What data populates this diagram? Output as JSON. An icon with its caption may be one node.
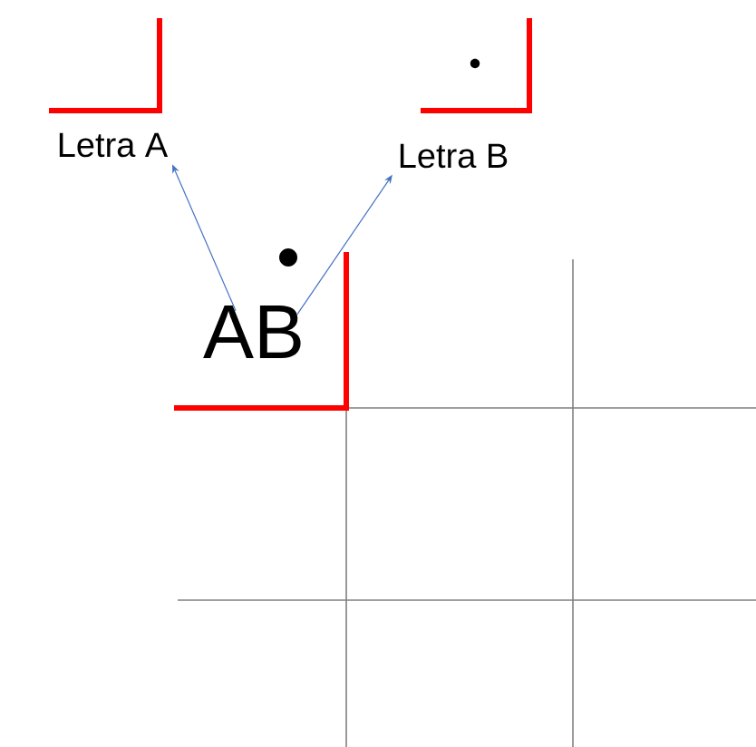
{
  "diagram": {
    "nodes": [
      {
        "text": [
          "Letra A"
        ]
      },
      {
        "text": [
          "Letra B"
        ]
      },
      {
        "text": [
          "AB"
        ]
      }
    ],
    "edges": [
      {
        "from": 2,
        "to": 0,
        "arrow": "to"
      },
      {
        "from": 2,
        "to": 1,
        "arrow": "to"
      }
    ]
  }
}
